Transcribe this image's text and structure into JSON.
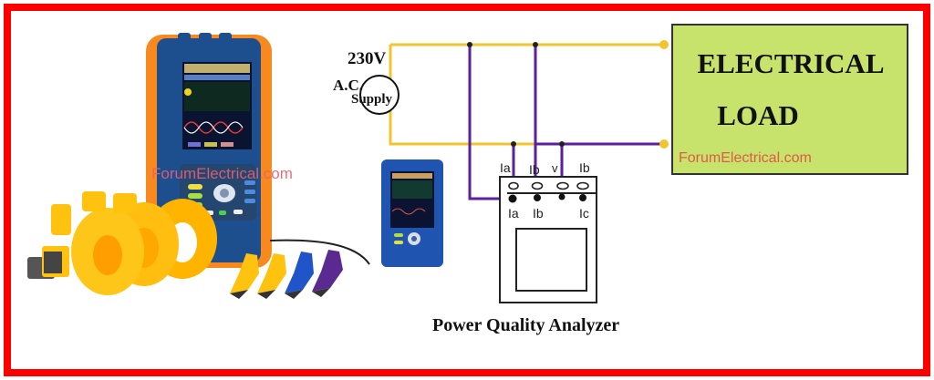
{
  "supply": {
    "voltage": "230V",
    "type": "A.C.",
    "label": "Supply"
  },
  "load": {
    "line1": "ELECTRICAL",
    "line2": "LOAD",
    "fill_color": "#c7e36c"
  },
  "watermarks": {
    "device": "ForumElectrical.com",
    "load": "ForumElectrical.com"
  },
  "analyzer": {
    "top_terminals": [
      "Ia",
      "Ib",
      "V",
      "Ib"
    ],
    "bottom_terminals": [
      "Ia",
      "Ib",
      "Ic"
    ],
    "caption": "Power Quality Analyzer"
  },
  "colors": {
    "border": "#ff0000",
    "live_wire": "#f2c530",
    "measurement_wire": "#5b1fa0",
    "clamp_yellow": "#ffc20e",
    "device_orange": "#f7891f",
    "device_blue": "#1f5fae"
  },
  "device_images": {
    "main_device": "handheld-power-quality-analyzer",
    "small_device": "compact-power-quality-analyzer",
    "clamps": "current-clamp-probes",
    "leads": "voltage-test-clips"
  }
}
